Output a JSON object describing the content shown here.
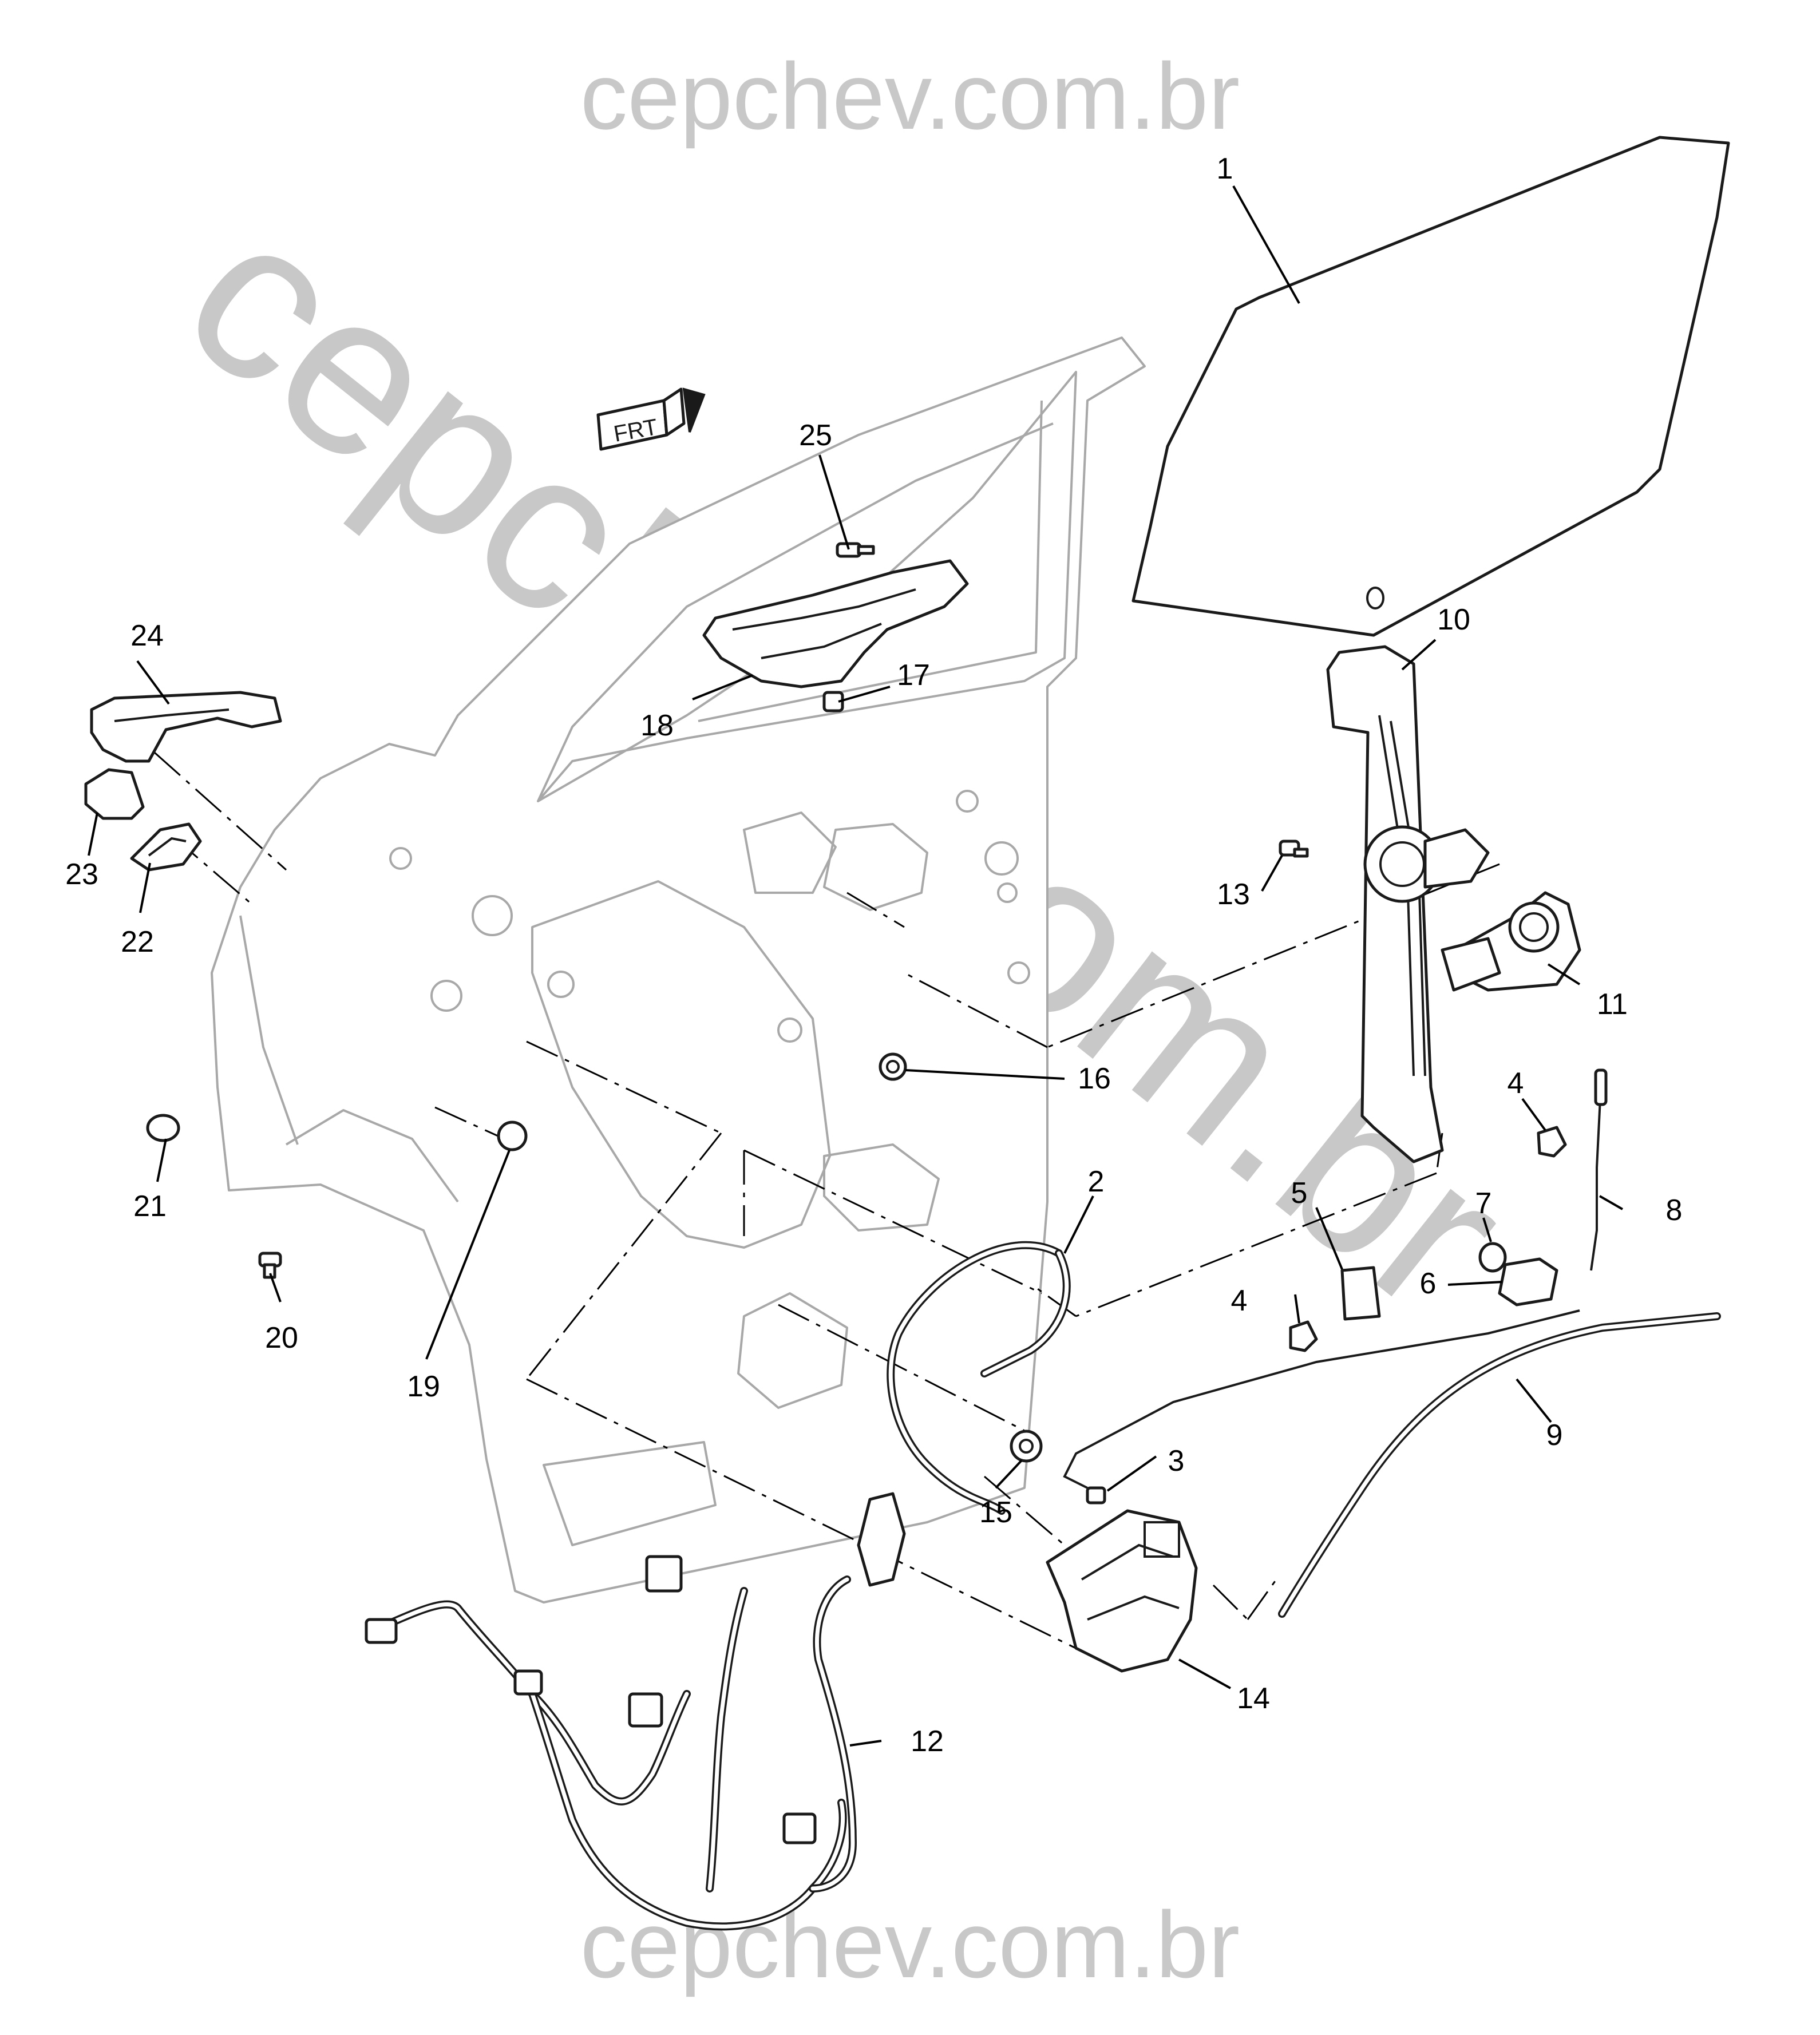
{
  "watermark": {
    "top": "cepchev.com.br",
    "bottom": "cepchev.com.br",
    "diagonal": "cepchev.com.br"
  },
  "orientation_label": "FRT",
  "callouts": {
    "c1": "1",
    "c2": "2",
    "c3": "3",
    "c4a": "4",
    "c4b": "4",
    "c5": "5",
    "c6": "6",
    "c7": "7",
    "c8": "8",
    "c9": "9",
    "c10": "10",
    "c11": "11",
    "c12": "12",
    "c13": "13",
    "c14": "14",
    "c15": "15",
    "c16": "16",
    "c17": "17",
    "c18": "18",
    "c19": "19",
    "c20": "20",
    "c21": "21",
    "c22": "22",
    "c23": "23",
    "c24": "24",
    "c25": "25"
  },
  "colors": {
    "line": "#1a1a1a",
    "door_panel": "#a8a8a8",
    "watermark": "#c8c8c8",
    "background": "#ffffff"
  }
}
